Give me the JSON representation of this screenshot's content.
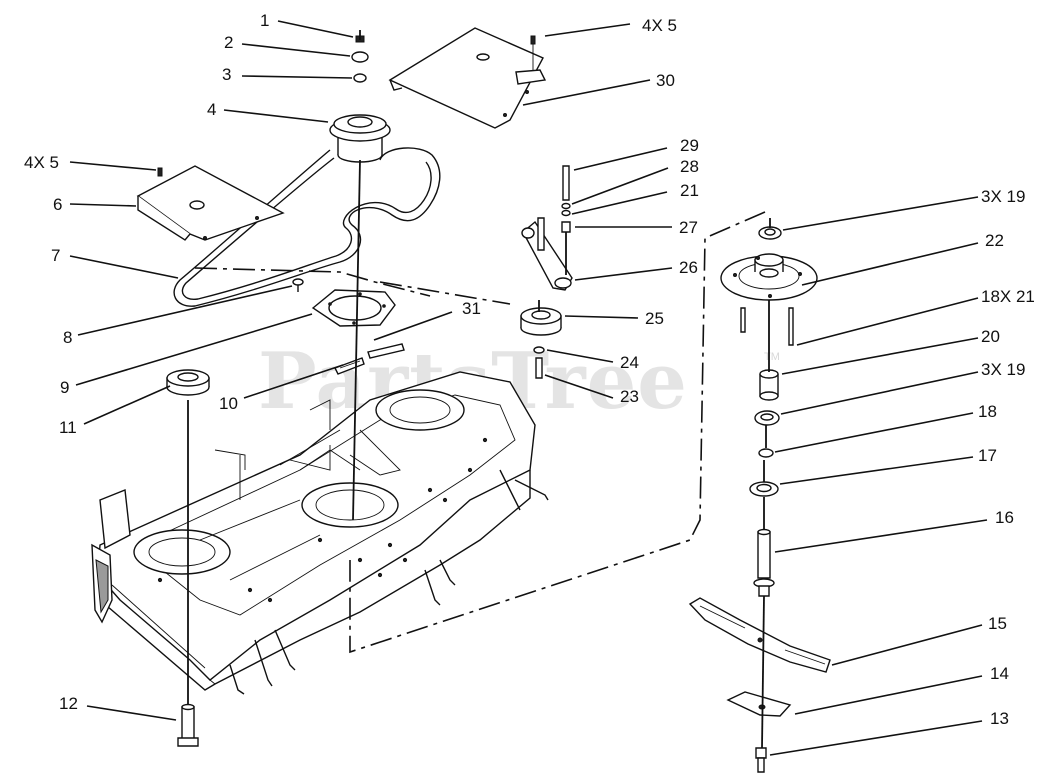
{
  "watermark": {
    "text": "PartsTree",
    "trademark": "TM"
  },
  "callouts": [
    {
      "id": "c1",
      "text": "1"
    },
    {
      "id": "c2",
      "text": "2"
    },
    {
      "id": "c3",
      "text": "3"
    },
    {
      "id": "c4",
      "text": "4"
    },
    {
      "id": "c4x5a",
      "text": "4X 5"
    },
    {
      "id": "c4x5b",
      "text": "4X 5"
    },
    {
      "id": "c6",
      "text": "6"
    },
    {
      "id": "c7",
      "text": "7"
    },
    {
      "id": "c8",
      "text": "8"
    },
    {
      "id": "c9",
      "text": "9"
    },
    {
      "id": "c10",
      "text": "10"
    },
    {
      "id": "c11",
      "text": "11"
    },
    {
      "id": "c12",
      "text": "12"
    },
    {
      "id": "c13",
      "text": "13"
    },
    {
      "id": "c14",
      "text": "14"
    },
    {
      "id": "c15",
      "text": "15"
    },
    {
      "id": "c16",
      "text": "16"
    },
    {
      "id": "c17",
      "text": "17"
    },
    {
      "id": "c18",
      "text": "18"
    },
    {
      "id": "c3x19a",
      "text": "3X 19"
    },
    {
      "id": "c20",
      "text": "20"
    },
    {
      "id": "c18x21",
      "text": "18X 21"
    },
    {
      "id": "c22",
      "text": "22"
    },
    {
      "id": "c3x19b",
      "text": "3X 19"
    },
    {
      "id": "c21",
      "text": "21"
    },
    {
      "id": "c23",
      "text": "23"
    },
    {
      "id": "c24",
      "text": "24"
    },
    {
      "id": "c25",
      "text": "25"
    },
    {
      "id": "c26",
      "text": "26"
    },
    {
      "id": "c27",
      "text": "27"
    },
    {
      "id": "c28",
      "text": "28"
    },
    {
      "id": "c29",
      "text": "29"
    },
    {
      "id": "c30",
      "text": "30"
    },
    {
      "id": "c31",
      "text": "31"
    }
  ]
}
